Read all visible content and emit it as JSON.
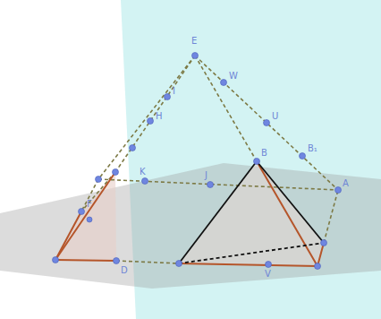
{
  "diagram": {
    "labels": [
      "E",
      "W",
      "U",
      "B₁",
      "I",
      "H",
      "K",
      "J",
      "B",
      "A",
      "D",
      "F",
      "V"
    ]
  }
}
